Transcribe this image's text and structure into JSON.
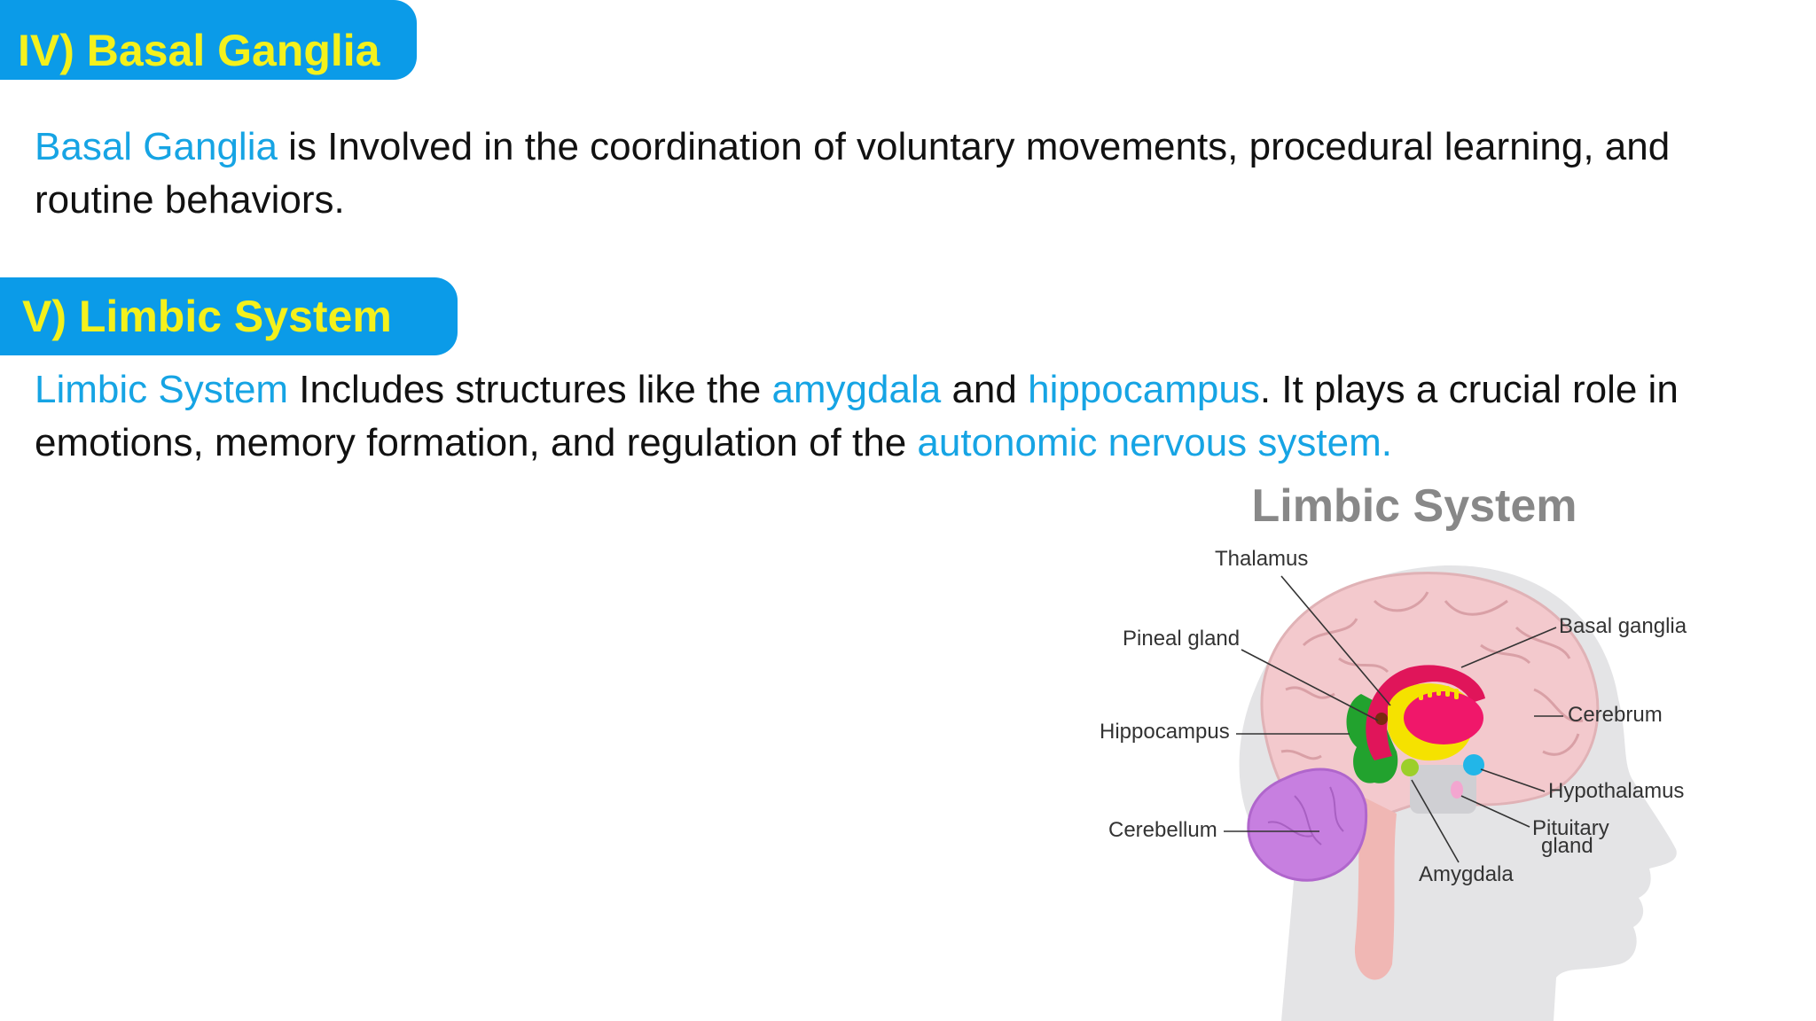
{
  "section1": {
    "heading": "IV) Basal Ganglia",
    "term": "Basal Ganglia",
    "text": " is Involved in the coordination of voluntary movements, procedural learning, and routine behaviors."
  },
  "section2": {
    "heading": "V) Limbic System",
    "term1": "Limbic System",
    "text1": " Includes structures like the ",
    "term2": "amygdala",
    "text2": " and ",
    "term3": "hippocampus",
    "text3": ". It plays a crucial role in emotions, memory formation, and regulation of the ",
    "term4": "autonomic nervous system."
  },
  "diagram": {
    "title": "Limbic System",
    "labels": {
      "thalamus": "Thalamus",
      "pineal": "Pineal gland",
      "hippocampus": "Hippocampus",
      "cerebellum": "Cerebellum",
      "basal": "Basal ganglia",
      "cerebrum": "Cerebrum",
      "hypothalamus": "Hypothalamus",
      "pituitary1": "Pituitary",
      "pituitary2": "gland",
      "amygdala": "Amygdala"
    }
  },
  "colors": {
    "banner": "#0b9be8",
    "banner_text": "#f4f11c",
    "highlight": "#16a4e4"
  }
}
